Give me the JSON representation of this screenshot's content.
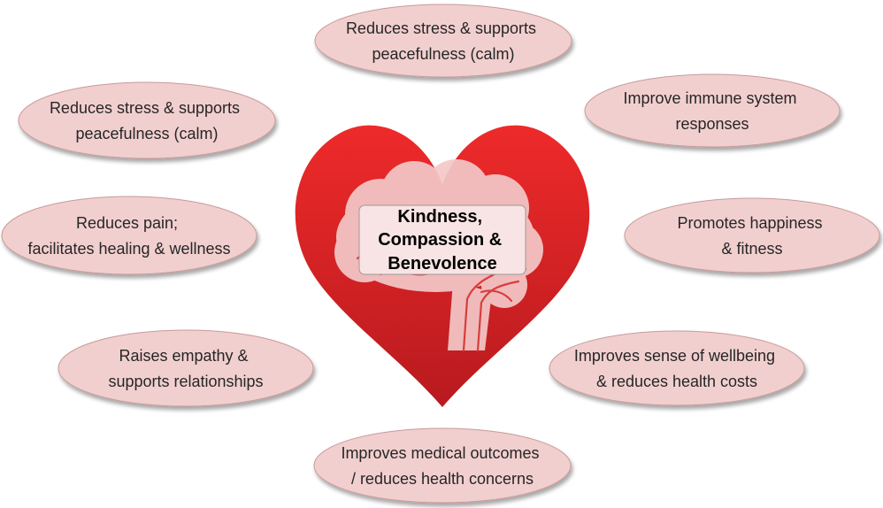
{
  "center": {
    "lines": [
      "Kindness,",
      "Compassion &",
      "Benevolence"
    ]
  },
  "benefits": [
    {
      "id": "top",
      "lines": [
        "Reduces stress & supports",
        "peacefulness (calm)"
      ]
    },
    {
      "id": "upper-left",
      "lines": [
        "Reduces stress & supports",
        "peacefulness (calm)"
      ]
    },
    {
      "id": "upper-right",
      "lines": [
        "Improve immune system",
        "responses"
      ]
    },
    {
      "id": "middle-left",
      "lines": [
        "Reduces pain;",
        "facilitates healing & wellness"
      ]
    },
    {
      "id": "middle-right",
      "lines": [
        "Promotes happiness",
        "& fitness"
      ]
    },
    {
      "id": "lower-left",
      "lines": [
        "Raises empathy &",
        "supports relationships"
      ]
    },
    {
      "id": "lower-right",
      "lines": [
        "Improves sense of wellbeing",
        "& reduces health costs"
      ]
    },
    {
      "id": "bottom",
      "lines": [
        "Improves medical outcomes",
        "/ reduces health concerns"
      ]
    }
  ],
  "colors": {
    "heart_top": "#ee2a2a",
    "heart_bottom": "#b81a1f",
    "bubble_fill": "#f2cfcf",
    "bubble_stroke": "#c99a9a",
    "brain_fill": "#f4c8c8",
    "brain_line": "#d9403f",
    "label_fill": "#f8e4e4"
  }
}
